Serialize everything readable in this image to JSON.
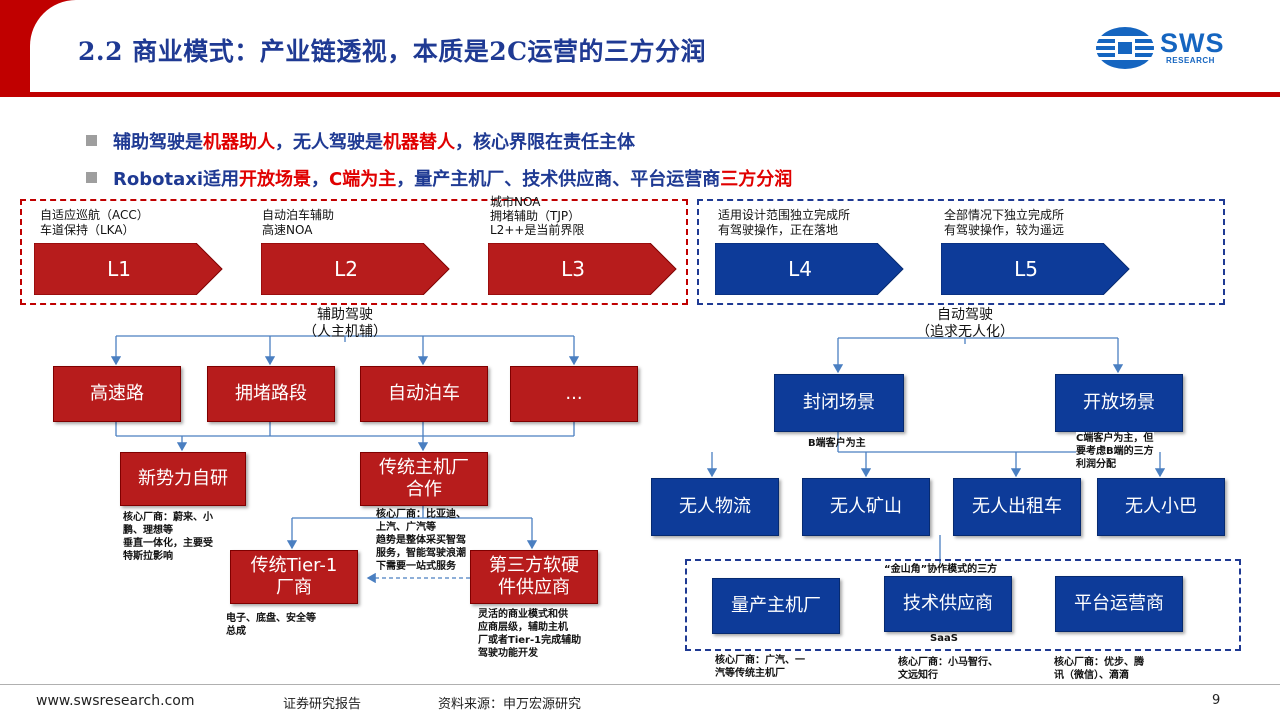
{
  "header": {
    "title": "2.2 商业模式：产业链透视，本质是2C运营的三方分润",
    "logo_text": "SWS",
    "logo_sub": "RESEARCH"
  },
  "bullets": [
    {
      "parts": [
        {
          "text": "辅助驾驶是",
          "red": false
        },
        {
          "text": "机器助人",
          "red": true
        },
        {
          "text": "，无人驾驶是",
          "red": false
        },
        {
          "text": "机器替人",
          "red": true
        },
        {
          "text": "，核心界限在责任主体",
          "red": false
        }
      ]
    },
    {
      "parts": [
        {
          "text": "Robotaxi适用",
          "red": false
        },
        {
          "text": "开放场景",
          "red": true
        },
        {
          "text": "，",
          "red": false
        },
        {
          "text": "C端为主",
          "red": true
        },
        {
          "text": "，量产主机厂、技术供应商、平台运营商",
          "red": false
        },
        {
          "text": "三方分润",
          "red": true
        }
      ]
    }
  ],
  "levels": {
    "l1": {
      "label": "L1",
      "desc": [
        "自适应巡航（ACC）",
        "车道保持（LKA）"
      ]
    },
    "l2": {
      "label": "L2",
      "desc": [
        "自动泊车辅助",
        "高速NOA"
      ]
    },
    "l3": {
      "label": "L3",
      "desc": [
        "城市NOA",
        "拥堵辅助（TJP）",
        "L2++是当前界限"
      ]
    },
    "l4": {
      "label": "L4",
      "desc": [
        "适用设计范围独立完成所",
        "有驾驶操作，正在落地"
      ]
    },
    "l5": {
      "label": "L5",
      "desc": [
        "全部情况下独立完成所",
        "有驾驶操作，较为遥远"
      ]
    }
  },
  "assist": {
    "title": [
      "辅助驾驶",
      "（人主机辅）"
    ],
    "scenes": [
      "高速路",
      "拥堵路段",
      "自动泊车",
      "..."
    ],
    "new_force": "新势力自研",
    "new_force_note": [
      "核心厂商：蔚来、小",
      "鹏、理想等",
      "垂直一体化，主要受",
      "特斯拉影响"
    ],
    "traditional": [
      "传统主机厂",
      "合作"
    ],
    "traditional_note": [
      "核心厂商：比亚迪、",
      "上汽、广汽等",
      "趋势是整体采买智驾",
      "服务，智能驾驶浪潮",
      "下需要一站式服务"
    ],
    "tier1": [
      "传统Tier-1",
      "厂商"
    ],
    "tier1_note": [
      "电子、底盘、安全等",
      "总成"
    ],
    "third": [
      "第三方软硬",
      "件供应商"
    ],
    "third_note": [
      "灵活的商业模式和供",
      "应商层级，辅助主机",
      "厂或者Tier-1完成辅助",
      "驾驶功能开发"
    ]
  },
  "auto": {
    "title": [
      "自动驾驶",
      "（追求无人化）"
    ],
    "closed": "封闭场景",
    "closed_note": "B端客户为主",
    "open": "开放场景",
    "open_note": [
      "C端客户为主，但",
      "要考虑B端的三方",
      "利润分配"
    ],
    "apps": [
      "无人物流",
      "无人矿山",
      "无人出租车",
      "无人小巴"
    ],
    "golden_label": "“金山角”协作模式的三方",
    "saas": "SaaS",
    "oem": "量产主机厂",
    "oem_note": [
      "核心厂商：广汽、一",
      "汽等传统主机厂"
    ],
    "tech": "技术供应商",
    "tech_note": [
      "核心厂商：小马智行、",
      "文远知行"
    ],
    "platform": "平台运营商",
    "platform_note": [
      "核心厂商：优步、腾",
      "讯（微信）、滴滴"
    ]
  },
  "footer": {
    "website": "www.swsresearch.com",
    "doc_type": "证券研究报告",
    "source": "资料来源：申万宏源研究",
    "page": "9"
  },
  "colors": {
    "red": "#b71c1c",
    "blue": "#0d3b99",
    "title_blue": "#1f3a93",
    "accent_red": "#e00000"
  }
}
